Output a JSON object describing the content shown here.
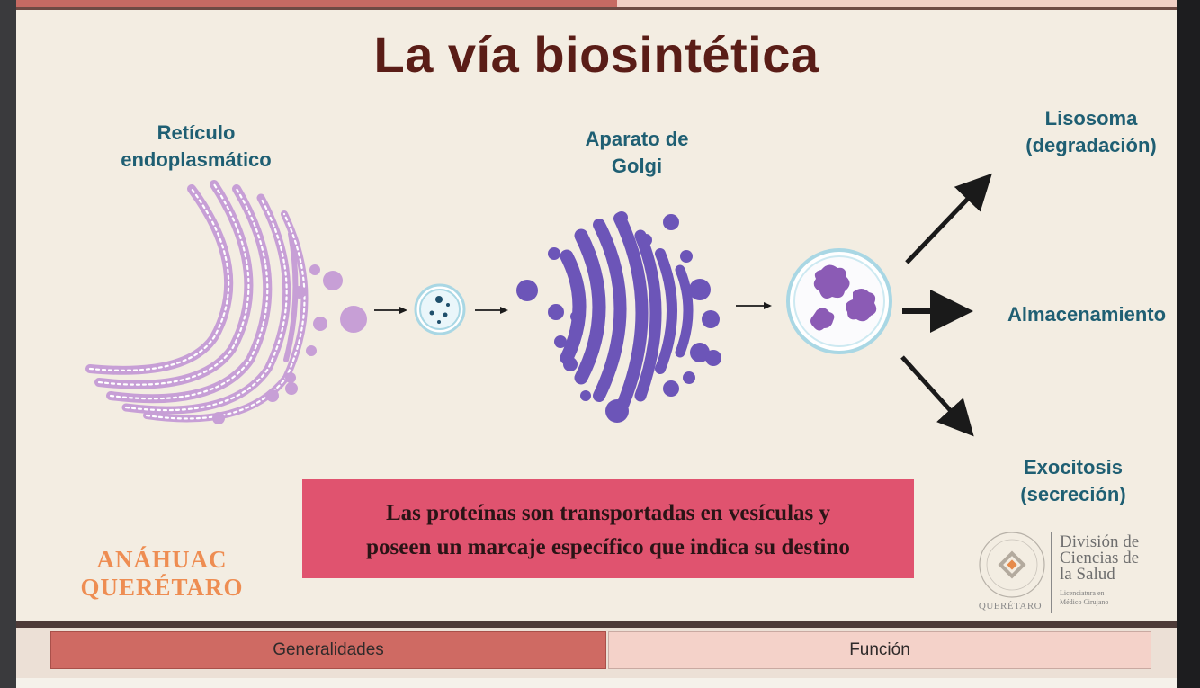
{
  "slide": {
    "title": "La vía biosintética",
    "labels": {
      "er": "Retículo\nendoplasmático",
      "golgi": "Aparato de\nGolgi",
      "lysosome": "Lisosoma\n(degradación)",
      "storage": "Almacenamiento",
      "exocytosis": "Exocitosis\n(secreción)"
    },
    "message": "Las proteínas son transportadas en vesículas y\nposeen un marcaje específico que indica su destino",
    "brand": "ANÁHUAC\nQUERÉTARO",
    "division": {
      "title": "División de\nCiencias de\nla Salud",
      "subtitle": "Licenciatura en\nMédico Cirujano",
      "seal_caption": "QUERÉTARO"
    }
  },
  "nav": {
    "tabs": [
      {
        "label": "Generalidades",
        "active": true
      },
      {
        "label": "Función",
        "active": false
      }
    ]
  },
  "colors": {
    "title": "#5a1d17",
    "labels": "#1f5f73",
    "er": "#c79fd6",
    "golgi": "#6c55b8",
    "vesicle_ring": "#a9d7e4",
    "message_bg": "#e0536f",
    "brand": "#ee8d52",
    "tab_active": "#cf6a63",
    "tab_inactive": "#f4d2c9"
  },
  "icons": [
    "arrow-right-icon",
    "arrow-up-right-icon",
    "arrow-down-right-icon",
    "university-seal-icon"
  ]
}
